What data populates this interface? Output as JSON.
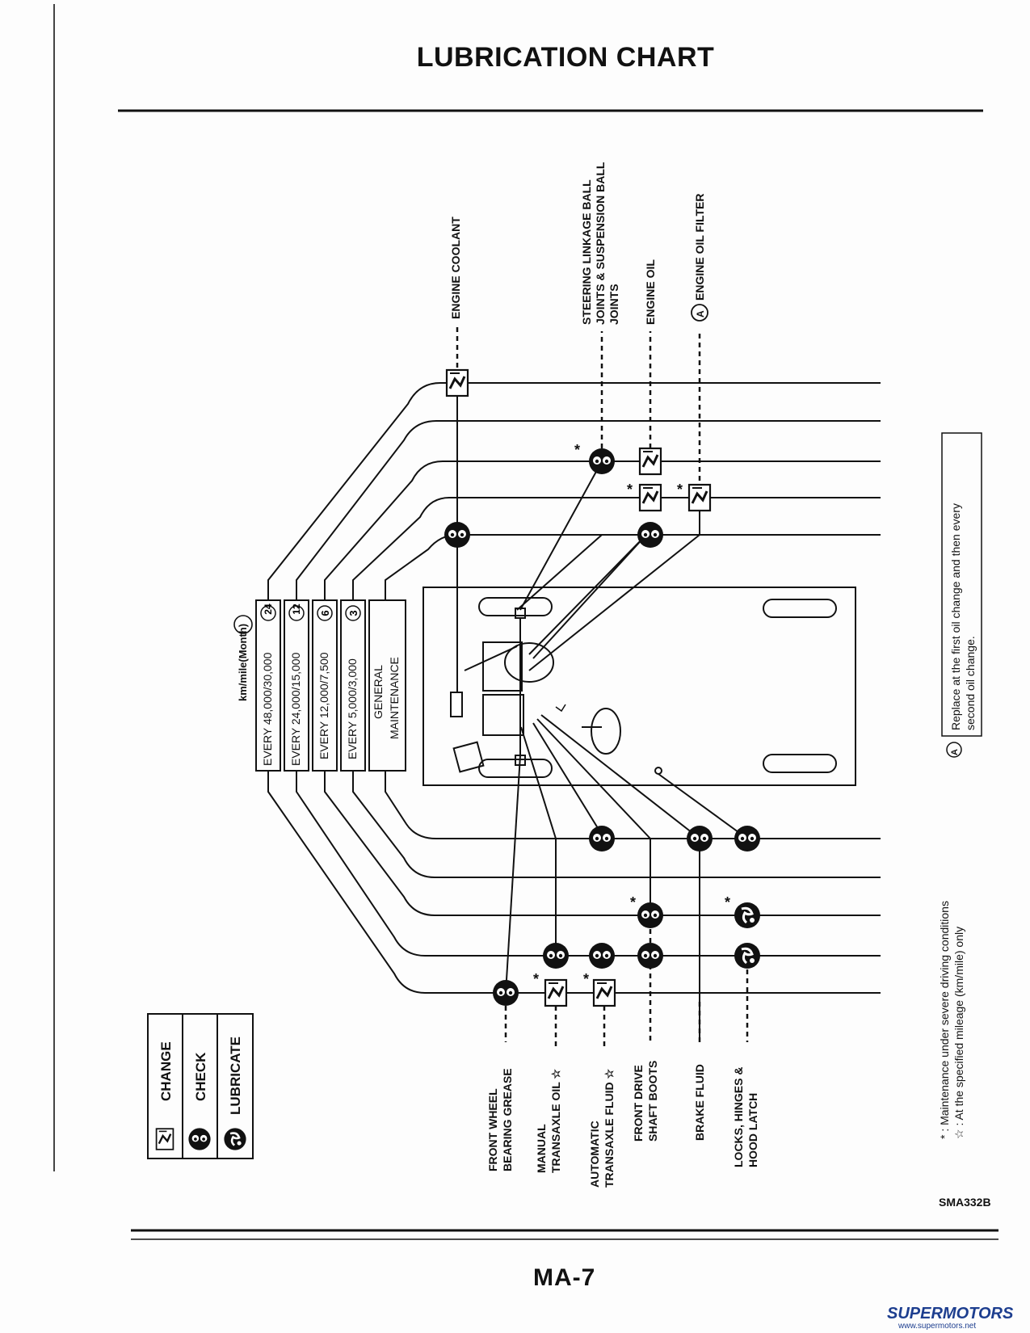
{
  "title": "LUBRICATION CHART",
  "legend": {
    "change": "CHANGE",
    "check": "CHECK",
    "lubricate": "LUBRICATE"
  },
  "intervals": {
    "unit_label": "km/mile",
    "month_label": "(Month)",
    "i48": "EVERY 48,000/30,000",
    "i48_months": "24",
    "i24": "EVERY 24,000/15,000",
    "i24_months": "12",
    "i12": "EVERY 12,000/7,500",
    "i12_months": "6",
    "i5": "EVERY 5,000/3,000",
    "i5_months": "3",
    "general_1": "GENERAL",
    "general_2": "MAINTENANCE"
  },
  "top_items": {
    "engine_coolant": "ENGINE COOLANT",
    "steering_1": "STEERING LINKAGE BALL",
    "steering_2": "JOINTS & SUSPENSION BALL",
    "steering_3": "JOINTS",
    "engine_oil": "ENGINE OIL",
    "filter_marker": "A",
    "engine_oil_filter": "ENGINE OIL FILTER"
  },
  "bottom_items": {
    "front_wheel_1": "FRONT WHEEL",
    "front_wheel_2": "BEARING GREASE",
    "manual_1": "MANUAL",
    "manual_2": "TRANSAXLE OIL ☆",
    "auto_1": "AUTOMATIC",
    "auto_2": "TRANSAXLE FLUID ☆",
    "boots_1": "FRONT DRIVE",
    "boots_2": "SHAFT BOOTS",
    "brake": "BRAKE FLUID",
    "locks_1": "LOCKS, HINGES &",
    "locks_2": "HOOD LATCH"
  },
  "notes": {
    "note_a_marker": "A",
    "note_a_1": "Replace at the first oil change and then every",
    "note_a_2": "second oil change.",
    "star_1": "* :  Maintenance under severe driving conditions",
    "star_2": "☆ :  At the specified mileage (km/mile) only"
  },
  "figure_code": "SMA332B",
  "page_code": "MA-7",
  "watermark": "SUPERMOTORS",
  "watermark_url": "www.supermotors.net",
  "colors": {
    "ink": "#111111",
    "paper": "#fdfdfd",
    "watermark": "#1d3e8f"
  }
}
